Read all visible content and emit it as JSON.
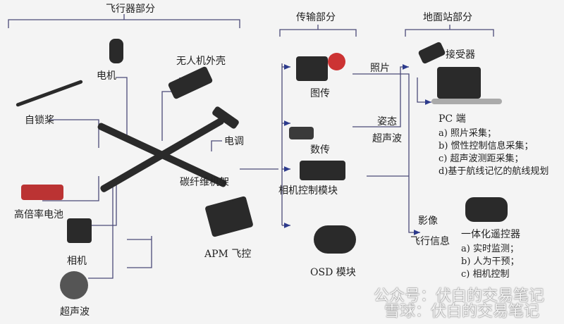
{
  "sections": {
    "aircraft": "飞行器部分",
    "transmission": "传输部分",
    "ground": "地面站部分"
  },
  "aircraft": {
    "motor": "电机",
    "shell": "无人机外壳",
    "propeller": "自锁桨",
    "esc": "电调",
    "frame": "碳纤维机架",
    "battery": "高倍率电池",
    "camera": "相机",
    "fc": "APM 飞控",
    "sonar": "超声波"
  },
  "transmission": {
    "video": "图传",
    "data": "数传",
    "camctrl": "相机控制模块",
    "osd": "OSD 模块"
  },
  "links": {
    "photo": "照片",
    "attitude": "姿态",
    "sonar": "超声波",
    "image": "影像",
    "flight": "飞行信息"
  },
  "ground": {
    "receiver": "接受器",
    "pc_title": "PC 端",
    "pc_items": [
      "a) 照片采集；",
      "b) 惯性控制信息采集；",
      "c) 超声波测距采集；",
      "d)基于航线记忆的航线规划"
    ],
    "rc_title": "一体化遥控器",
    "rc_items": [
      "a) 实时监测；",
      "b) 人为干预；",
      "c) 相机控制"
    ]
  },
  "watermark": {
    "line1": "公众号：伏白的交易笔记",
    "line2": "雪球：伏白的交易笔记"
  },
  "colors": {
    "line": "#4b4a78",
    "arrow": "#2c3a8c"
  }
}
